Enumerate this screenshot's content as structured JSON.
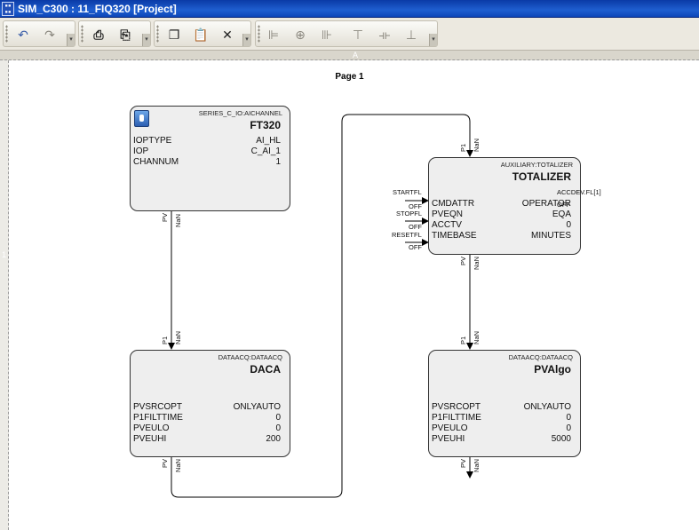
{
  "window": {
    "title": "SIM_C300 : 11_FIQ320 [Project]",
    "icon_name": "control-builder-icon"
  },
  "toolbar": {
    "groups": [
      {
        "buttons": [
          "undo-icon",
          "redo-icon"
        ]
      },
      {
        "buttons": [
          "print-icon",
          "print-preview-icon"
        ]
      },
      {
        "buttons": [
          "copy-icon",
          "paste-icon",
          "delete-icon"
        ]
      },
      {
        "buttons": [
          "align-left-icon",
          "align-center-icon",
          "align-right-icon",
          "align-top-icon",
          "align-middle-icon",
          "align-bottom-icon"
        ]
      }
    ]
  },
  "ruler": {
    "top_label": "A",
    "left_label": "1"
  },
  "page": {
    "title": "Page 1"
  },
  "blocks": {
    "ft320": {
      "type": "SERIES_C_IO:AICHANNEL",
      "name": "FT320",
      "params": [
        {
          "name": "IOPTYPE",
          "value": "AI_HL"
        },
        {
          "name": "IOP",
          "value": "C_AI_1"
        },
        {
          "name": "CHANNUM",
          "value": "1"
        }
      ],
      "out_pins": [
        "PV",
        "NaN"
      ]
    },
    "daca": {
      "type": "DATAACQ:DATAACQ",
      "name": "DACA",
      "params": [
        {
          "name": "PVSRCOPT",
          "value": "ONLYAUTO"
        },
        {
          "name": "P1FILTTIME",
          "value": "0"
        },
        {
          "name": "PVEULO",
          "value": "0"
        },
        {
          "name": "PVEUHI",
          "value": "200"
        }
      ],
      "in_pins": [
        "P1",
        "NaN"
      ],
      "out_pins": [
        "PV",
        "NaN"
      ]
    },
    "totalizer": {
      "type": "AUXILIARY:TOTALIZER",
      "name": "TOTALIZER",
      "params": [
        {
          "name": "CMDATTR",
          "value": "OPERATOR"
        },
        {
          "name": "PVEQN",
          "value": "EQA"
        },
        {
          "name": "ACCTV",
          "value": "0"
        },
        {
          "name": "TIMEBASE",
          "value": "MINUTES"
        }
      ],
      "in_pins": [
        "P1",
        "NaN"
      ],
      "out_pins": [
        "PV",
        "NaN"
      ],
      "left_inputs": [
        {
          "name": "STARTFL",
          "state": "OFF"
        },
        {
          "name": "STOPFL",
          "state": "OFF"
        },
        {
          "name": "RESETFL",
          "state": "OFF"
        }
      ],
      "right_output": {
        "name": "ACCDEV.FL[1]",
        "state": "OFF"
      }
    },
    "pvalgo": {
      "type": "DATAACQ:DATAACQ",
      "name": "PVAlgo",
      "params": [
        {
          "name": "PVSRCOPT",
          "value": "ONLYAUTO"
        },
        {
          "name": "P1FILTTIME",
          "value": "0"
        },
        {
          "name": "PVEULO",
          "value": "0"
        },
        {
          "name": "PVEUHI",
          "value": "5000"
        }
      ],
      "in_pins": [
        "P1",
        "NaN"
      ],
      "out_pins": [
        "PV",
        "NaN"
      ]
    }
  }
}
